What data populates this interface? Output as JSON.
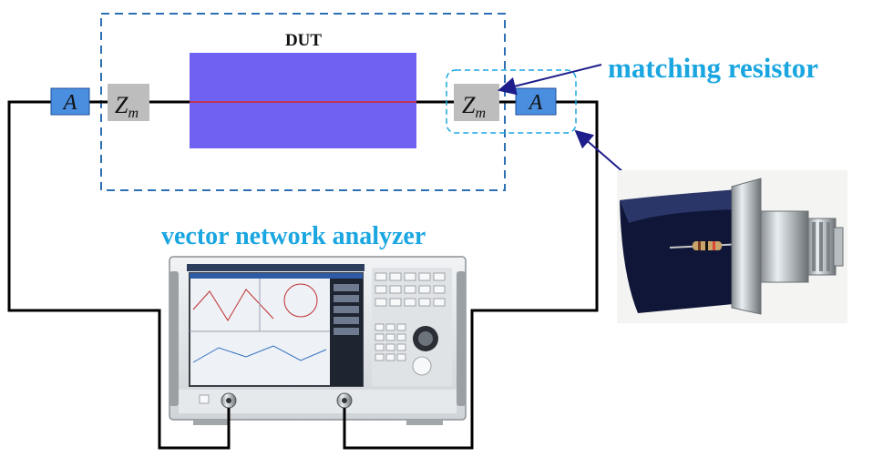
{
  "dut_label": "DUT",
  "attenuator_left": "A",
  "attenuator_right": "A",
  "matching_left": {
    "z": "Z",
    "sub": "m"
  },
  "matching_right": {
    "z": "Z",
    "sub": "m"
  },
  "matching_resistor_label": "matching resistor",
  "vna_label": "vector network analyzer",
  "colors": {
    "cyan_label": "#1aa6e0",
    "attenuator_fill": "#4a8ee0",
    "impedance_fill": "#bdbdbd",
    "dut_fill": "#6f62f2",
    "dut_line": "#d7261e",
    "dashed_box": "#2c6fb2",
    "arrow": "#1d1d8c"
  }
}
